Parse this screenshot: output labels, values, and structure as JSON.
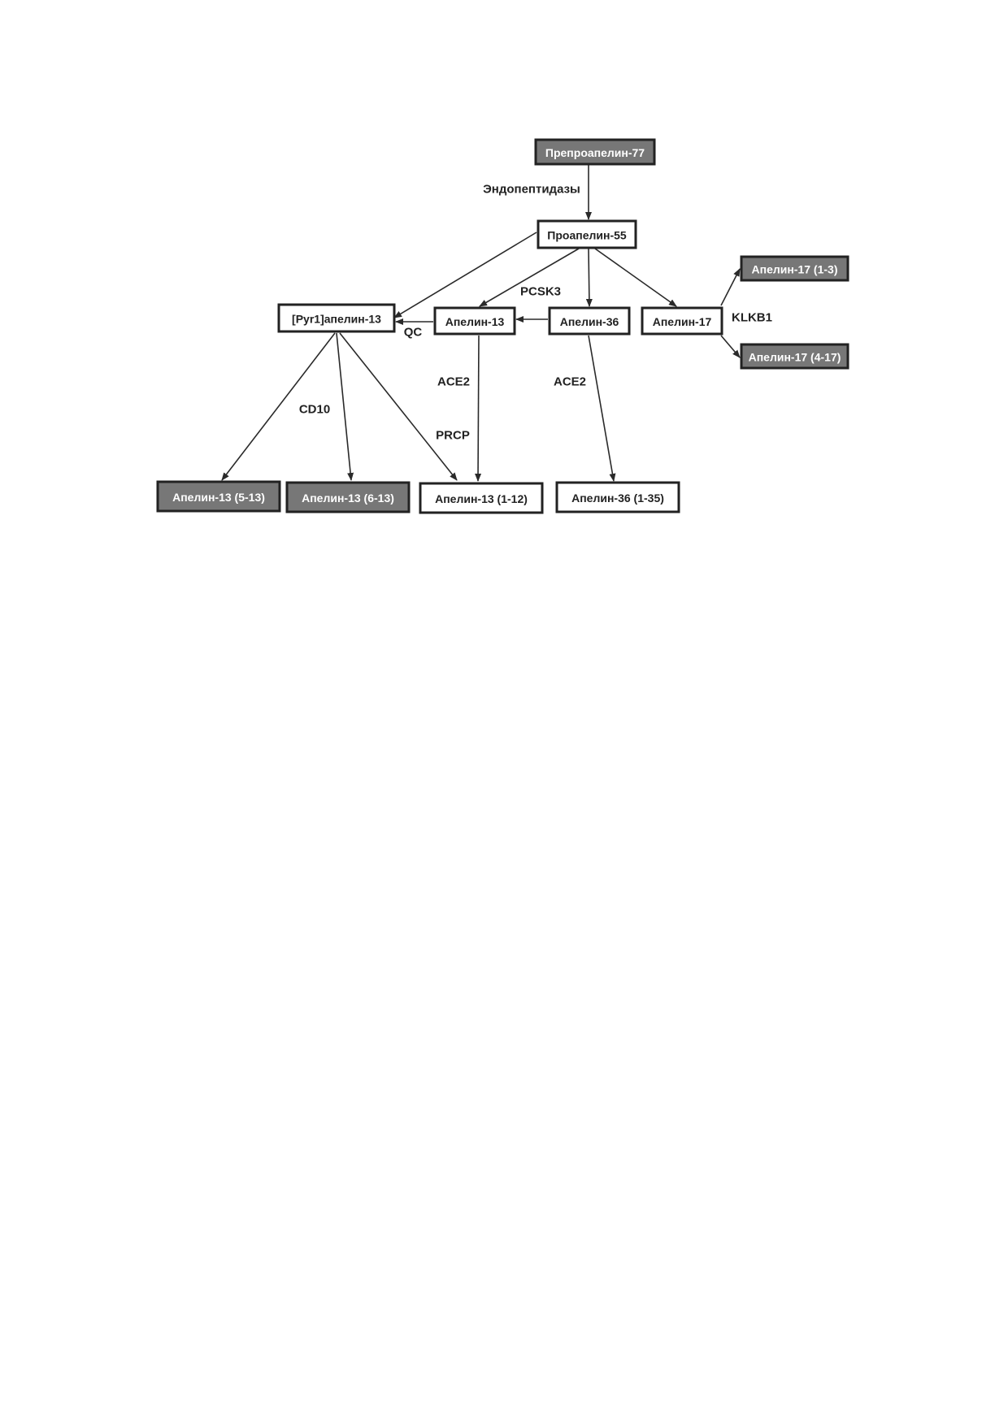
{
  "colors": {
    "dark_fill": "#777777",
    "light_fill": "#ffffff",
    "dark_text": "#ffffff",
    "light_text": "#222222",
    "border": "#222222"
  },
  "nodes": [
    {
      "id": "preproapelin-77",
      "label": "Препроапелин-77",
      "shade": "dark"
    },
    {
      "id": "proapelin-55",
      "label": "Проапелин-55",
      "shade": "light"
    },
    {
      "id": "pyr1-apelin-13",
      "label": "[Pyr1]апелин-13",
      "shade": "light"
    },
    {
      "id": "apelin-13",
      "label": "Апелин-13",
      "shade": "light"
    },
    {
      "id": "apelin-36",
      "label": "Апелин-36",
      "shade": "light"
    },
    {
      "id": "apelin-17",
      "label": "Апелин-17",
      "shade": "light"
    },
    {
      "id": "apelin-17-1-3",
      "label": "Апелин-17 (1-3)",
      "shade": "dark"
    },
    {
      "id": "apelin-17-4-17",
      "label": "Апелин-17 (4-17)",
      "shade": "dark"
    },
    {
      "id": "apelin-13-5-13",
      "label": "Апелин-13 (5-13)",
      "shade": "dark"
    },
    {
      "id": "apelin-13-6-13",
      "label": "Апелин-13 (6-13)",
      "shade": "dark"
    },
    {
      "id": "apelin-13-1-12",
      "label": "Апелин-13 (1-12)",
      "shade": "light"
    },
    {
      "id": "apelin-36-1-35",
      "label": "Апелин-36 (1-35)",
      "shade": "light"
    }
  ],
  "edges": [
    {
      "from": "preproapelin-77",
      "to": "proapelin-55"
    },
    {
      "from": "proapelin-55",
      "to": "pyr1-apelin-13"
    },
    {
      "from": "proapelin-55",
      "to": "apelin-13"
    },
    {
      "from": "proapelin-55",
      "to": "apelin-36"
    },
    {
      "from": "proapelin-55",
      "to": "apelin-17"
    },
    {
      "from": "apelin-36",
      "to": "apelin-13"
    },
    {
      "from": "apelin-13",
      "to": "pyr1-apelin-13"
    },
    {
      "from": "apelin-17",
      "to": "apelin-17-1-3"
    },
    {
      "from": "apelin-17",
      "to": "apelin-17-4-17"
    },
    {
      "from": "pyr1-apelin-13",
      "to": "apelin-13-5-13"
    },
    {
      "from": "pyr1-apelin-13",
      "to": "apelin-13-6-13"
    },
    {
      "from": "pyr1-apelin-13",
      "to": "apelin-13-1-12"
    },
    {
      "from": "apelin-13",
      "to": "apelin-13-1-12"
    },
    {
      "from": "apelin-36",
      "to": "apelin-36-1-35"
    }
  ],
  "enzyme_labels": [
    {
      "id": "endopeptidases",
      "text": "Эндопептидазы"
    },
    {
      "id": "pcsk3",
      "text": "PCSK3"
    },
    {
      "id": "qc",
      "text": "QC"
    },
    {
      "id": "klkb1",
      "text": "KLKB1"
    },
    {
      "id": "ace2-left",
      "text": "ACE2"
    },
    {
      "id": "ace2-right",
      "text": "ACE2"
    },
    {
      "id": "cd10",
      "text": "CD10"
    },
    {
      "id": "prcp",
      "text": "PRCP"
    }
  ]
}
